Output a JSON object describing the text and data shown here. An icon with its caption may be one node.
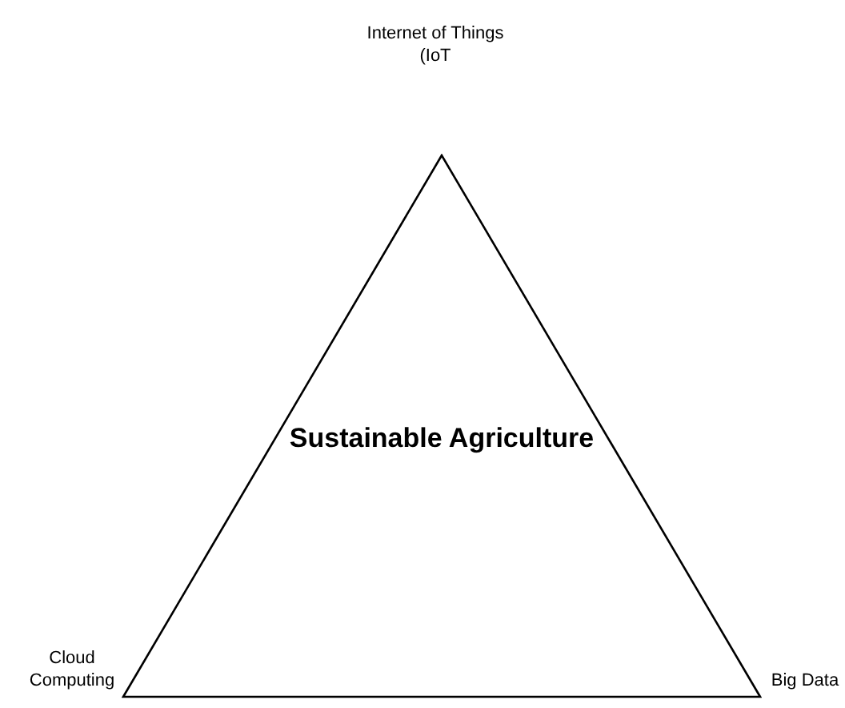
{
  "diagram": {
    "nodes": [
      {
        "text": [
          "Sustainable Agriculture"
        ]
      }
    ],
    "labels": [
      "Internet of Things (IoT",
      "Cloud Computing",
      "Big Data"
    ]
  }
}
